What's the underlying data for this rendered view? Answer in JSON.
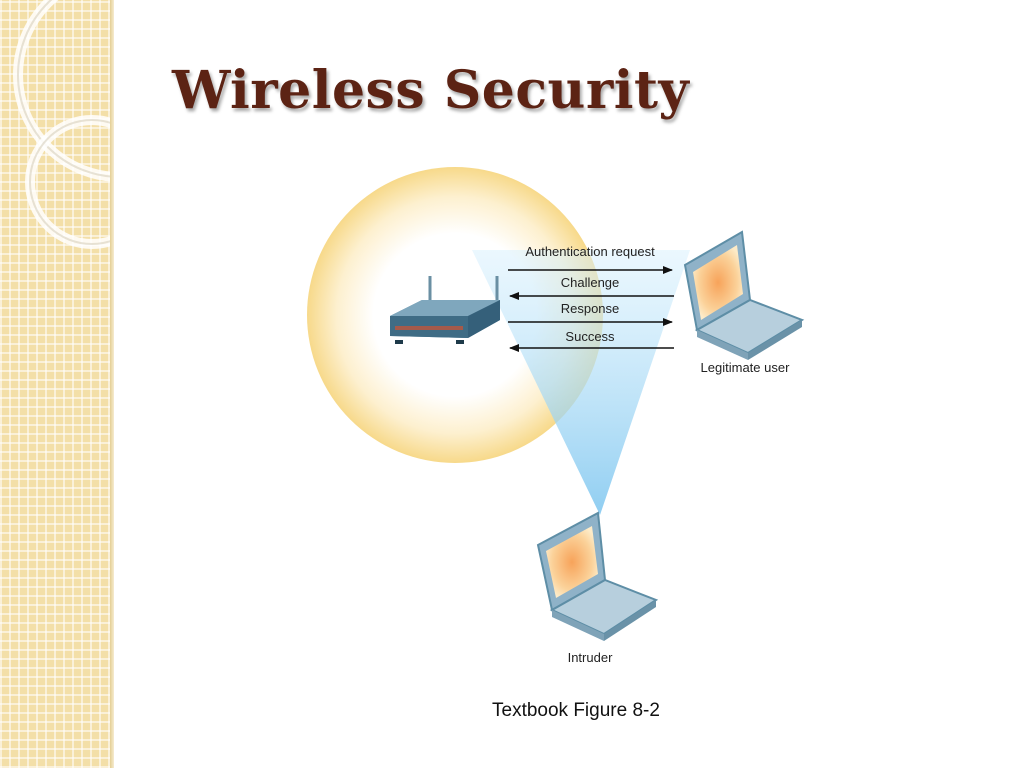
{
  "slide": {
    "title": "Wireless Security",
    "caption": "Textbook Figure 8-2"
  },
  "diagram": {
    "messages": [
      {
        "label": "Authentication request",
        "direction": "to-user"
      },
      {
        "label": "Challenge",
        "direction": "to-access-point"
      },
      {
        "label": "Response",
        "direction": "to-user"
      },
      {
        "label": "Success",
        "direction": "to-access-point"
      }
    ],
    "legitimate_user_label": "Legitimate user",
    "intruder_label": "Intruder"
  },
  "colors": {
    "title": "#5c2314",
    "sidebar": "#f3dfa8",
    "coverage_glow": "#f7d98a",
    "intercept_beam": "#9fd6f5",
    "device": "#5e8ea6",
    "screen": "#f7a35a"
  }
}
